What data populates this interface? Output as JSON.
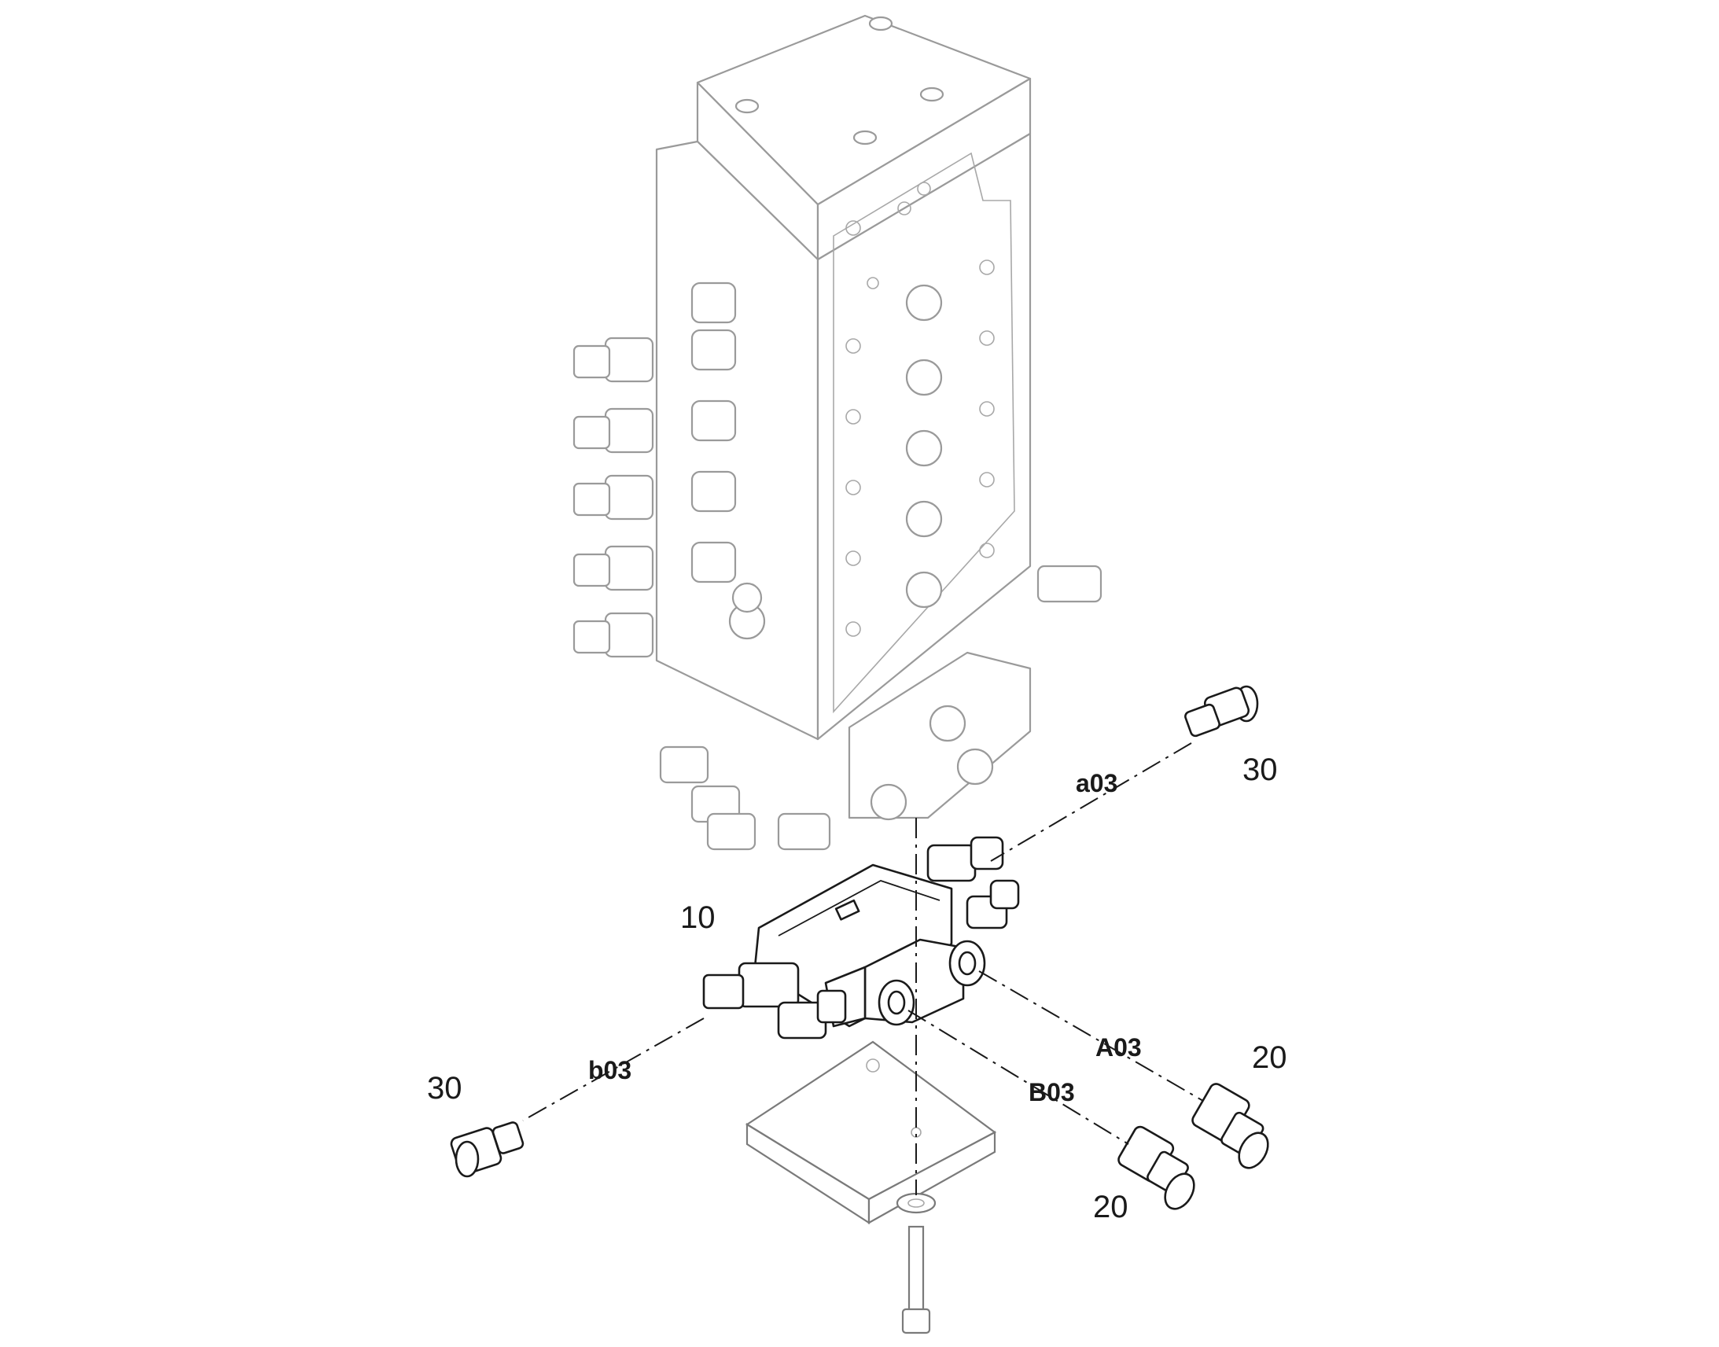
{
  "callouts": {
    "main_valve": "10",
    "fitting_a03": "30",
    "fitting_b03": "30",
    "fitting_A03": "20",
    "fitting_B03": "20"
  },
  "ports": {
    "a03": "a03",
    "b03": "b03",
    "A03": "A03",
    "B03": "B03"
  },
  "colors": {
    "line": "#1a1a1a",
    "ghost_line": "#9a9a9a",
    "background": "#ffffff"
  }
}
